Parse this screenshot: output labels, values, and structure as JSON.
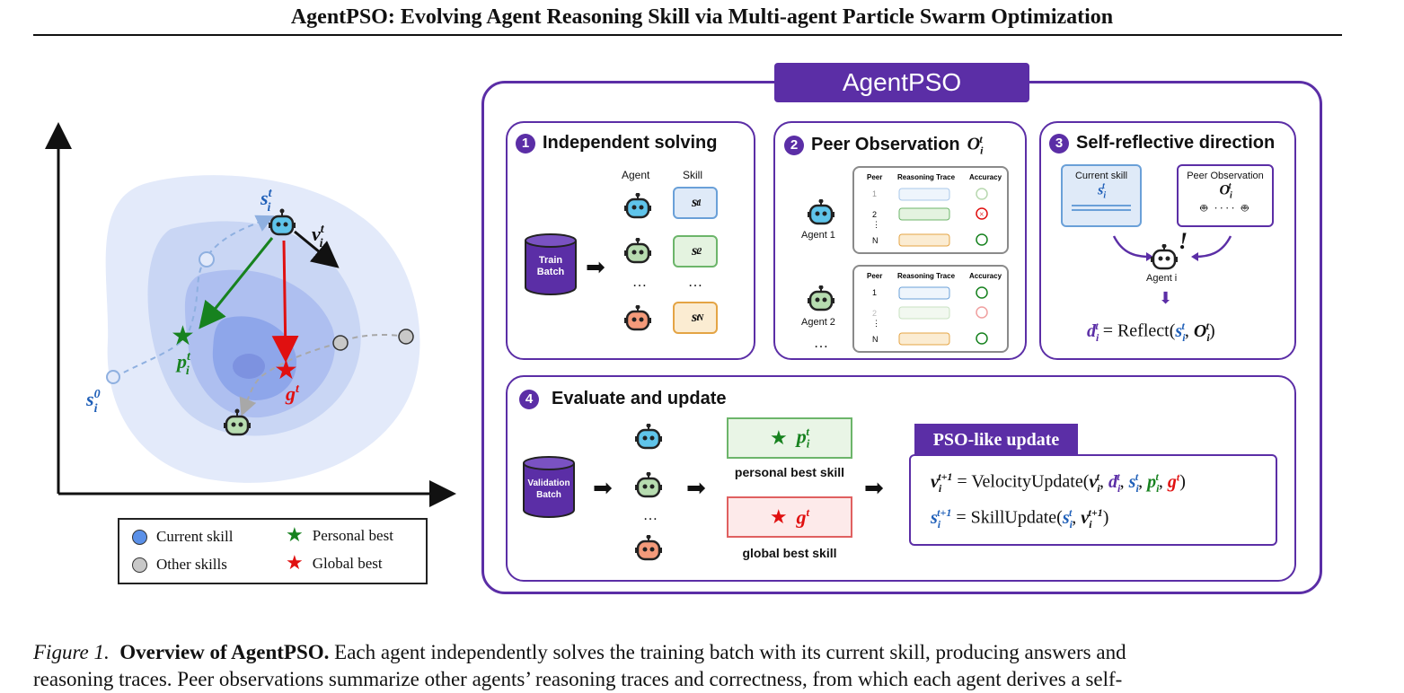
{
  "paper_title": "AgentPSO: Evolving Agent Reasoning Skill via Multi-agent Particle Swarm Optimization",
  "left_figure": {
    "label_si": "s",
    "label_vi": "v",
    "label_pi": "p",
    "label_g": "g",
    "label_s0": "s"
  },
  "legend": {
    "current": "Current skill",
    "other": "Other skills",
    "personal": "Personal best",
    "global": "Global best"
  },
  "frame_title": "AgentPSO",
  "panel1": {
    "num": "1",
    "title": "Independent solving",
    "col_agent": "Agent",
    "col_skill": "Skill",
    "batch": "Train Batch",
    "ellipsis": "…"
  },
  "panel2": {
    "num": "2",
    "title": "Peer Observation",
    "headers": [
      "Peer",
      "Reasoning Trace",
      "Accuracy"
    ],
    "agent1": "Agent 1",
    "agent2": "Agent 2",
    "rows_label": [
      "1",
      "2",
      "⋮",
      "N"
    ],
    "ellipsis": "…"
  },
  "panel3": {
    "num": "3",
    "title": "Self-reflective direction",
    "current_skill": "Current skill",
    "peer_obs": "Peer Observation",
    "agent_label": "Agent i",
    "formula_fn": "Reflect"
  },
  "panel4": {
    "num": "4",
    "title": "Evaluate and update",
    "batch": "Validation Batch",
    "personal": "personal best skill",
    "global": "global best skill",
    "ellipsis": "…",
    "pso_title": "PSO-like update",
    "eq1_fn": "VelocityUpdate",
    "eq2_fn": "SkillUpdate"
  },
  "caption": {
    "fig": "Figure 1.",
    "bold": "Overview of AgentPSO.",
    "line1": "Each agent independently solves the training batch with its current skill, producing answers and",
    "line2": "reasoning traces. Peer observations summarize other agents’ reasoning traces and correctness, from which each agent derives a self-"
  },
  "colors": {
    "purple": "#5b2ea6",
    "blue": "#1f5fb8",
    "green": "#17821f",
    "red": "#e01010"
  }
}
